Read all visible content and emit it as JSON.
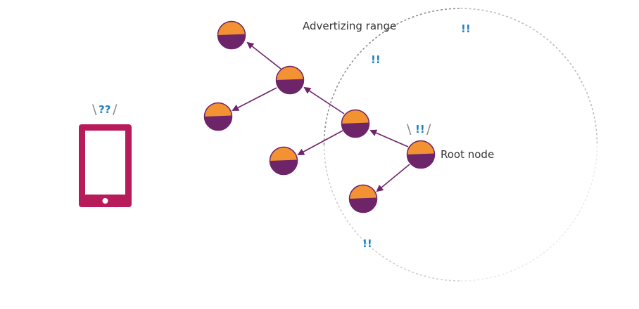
{
  "labels": {
    "advertising_range": "Advertizing range",
    "root_node": "Root node"
  },
  "phone": {
    "signal_mark": "??"
  },
  "root": {
    "signal_mark": "!!"
  },
  "range_marks": [
    "!!",
    "!!",
    "!!"
  ],
  "colors": {
    "node_top": "#F39233",
    "node_bottom": "#6E2469",
    "arrow": "#6E2469",
    "phone": "#B81B5A",
    "signal_mark": "#1A83C6",
    "range_circle": "#8F8F8F"
  },
  "icons": {
    "device": "smartphone-icon",
    "node": "mesh-node-icon"
  },
  "nodes": [
    "n1",
    "n2",
    "n3",
    "n4",
    "n5",
    "n6",
    "n7",
    "n8"
  ],
  "edges": [
    {
      "from": "root",
      "to": "n7"
    },
    {
      "from": "root",
      "to": "n8"
    },
    {
      "from": "n7",
      "to": "n4"
    },
    {
      "from": "n7",
      "to": "n6"
    },
    {
      "from": "n4",
      "to": "n1"
    },
    {
      "from": "n4",
      "to": "n5"
    }
  ]
}
